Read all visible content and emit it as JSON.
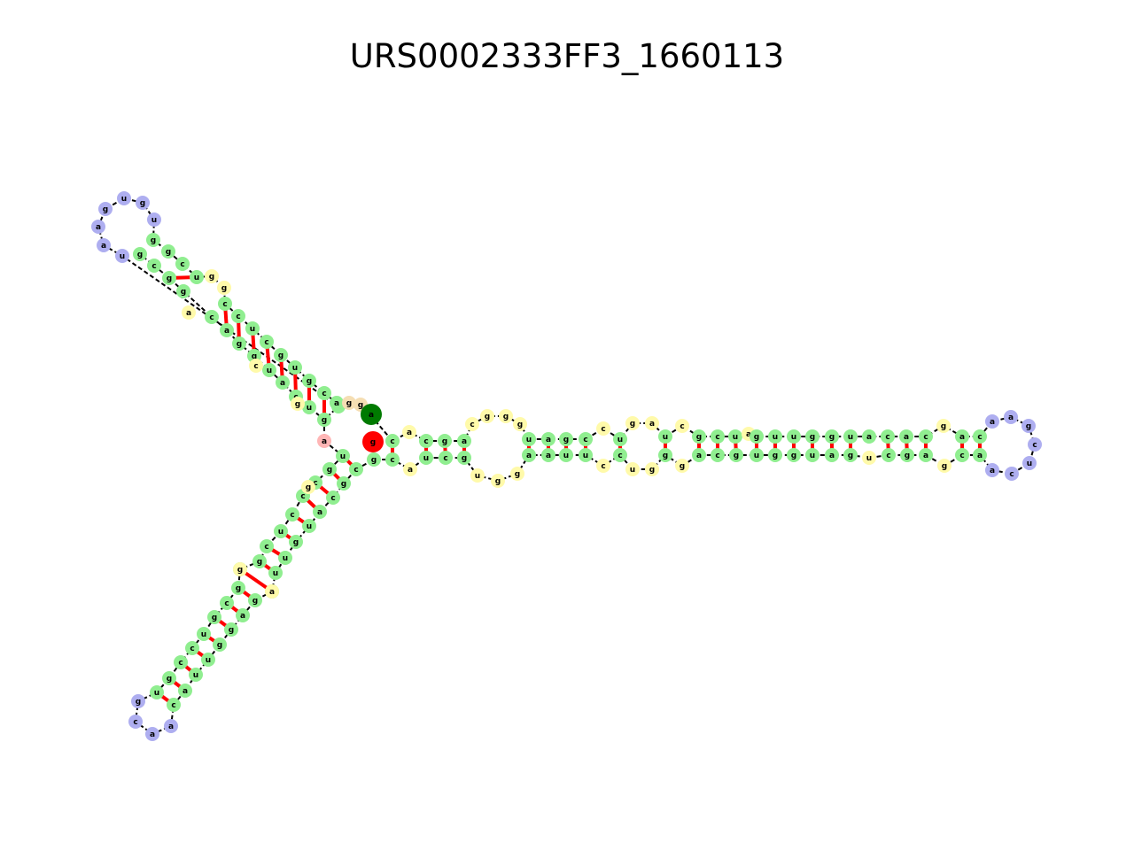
{
  "title": "URS0002333FF3_1660113",
  "diagram": {
    "type": "rna-secondary-structure",
    "colors": {
      "stem": "#90ee90",
      "hairpin_loop": "#aeaef0",
      "interior_loop": "#fffaaa",
      "multiloop": "#ffb6b6",
      "unpaired_5prime": "#f5deb3",
      "five_prime_end": "#007a00",
      "three_prime_end": "#ff0000",
      "backbone": "#000000",
      "base_pair": "#ff0000"
    },
    "ends": [
      {
        "name": "5-prime-end",
        "letter": "a",
        "role": "five_prime_end"
      },
      {
        "name": "3-prime-end",
        "letter": "g",
        "role": "three_prime_end"
      }
    ],
    "nucleotides": {
      "right_arm_top": [
        "a",
        "c",
        "a",
        "c",
        "g",
        "a",
        "c",
        "g",
        "g",
        "g",
        "u",
        "a",
        "g",
        "c",
        "c",
        "u",
        "g",
        "a",
        "u",
        "c",
        "g",
        "c",
        "u",
        "a",
        "g",
        "u",
        "u",
        "g",
        "g",
        "u"
      ],
      "right_hairpin": [
        "a",
        "a",
        "g",
        "c",
        "u",
        "c",
        "a"
      ],
      "right_arm_bottom": [
        "a",
        "c",
        "g",
        "a",
        "g",
        "c",
        "u",
        "g",
        "a",
        "u",
        "g",
        "g",
        "u",
        "g",
        "c",
        "a",
        "g",
        "g",
        "g",
        "u",
        "c",
        "c",
        "u",
        "u",
        "a",
        "a",
        "g",
        "g",
        "u",
        "g",
        "c",
        "u"
      ],
      "upper_arm_left": [
        "c",
        "g",
        "u",
        "c",
        "a",
        "u",
        "g",
        "g",
        "a",
        "c",
        "g",
        "g",
        "c",
        "g",
        "a",
        "c",
        "g"
      ],
      "upper_hairpin": [
        "u",
        "a",
        "a",
        "g",
        "u",
        "g",
        "u"
      ],
      "upper_arm_right": [
        "g",
        "g",
        "c",
        "u",
        "g",
        "g",
        "c",
        "c",
        "u",
        "c",
        "g",
        "u",
        "g",
        "c",
        "a"
      ],
      "lower_arm_upper": [
        "u",
        "g",
        "c",
        "c",
        "c",
        "u",
        "c",
        "g",
        "c",
        "g",
        "c",
        "g",
        "u",
        "c",
        "c",
        "g"
      ],
      "lower_hairpin": [
        "g",
        "c",
        "a",
        "a"
      ],
      "lower_arm_lower": [
        "c",
        "a",
        "u",
        "u",
        "g",
        "g",
        "a",
        "g",
        "g",
        "u",
        "u",
        "g",
        "u",
        "a",
        "c",
        "g"
      ],
      "multiloop_unpaired": [
        "a"
      ]
    }
  }
}
